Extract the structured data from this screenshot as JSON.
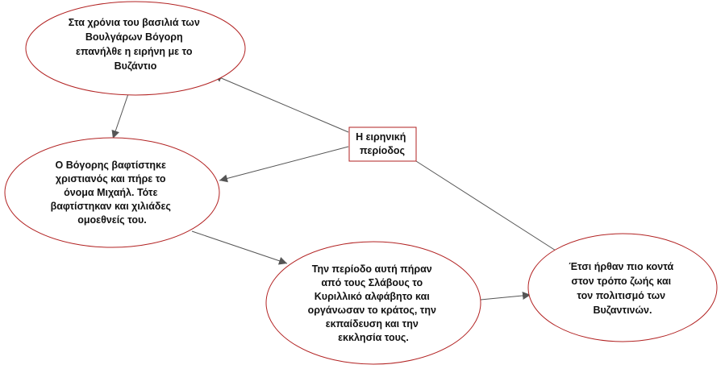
{
  "colors": {
    "node_border": "#b22222",
    "node_fill": "#ffffff",
    "edge": "#555555",
    "text": "#111111"
  },
  "nodes": {
    "center": {
      "shape": "rect",
      "lines": [
        "Η ειρηνική",
        "περίοδος"
      ]
    },
    "vogoris_peace": {
      "shape": "ellipse",
      "lines": [
        "Στα χρόνια του βασιλιά των",
        "Βουλγάρων Βόγορη",
        "επανήλθε η ειρήνη με το",
        "Βυζάντιο"
      ]
    },
    "baptism": {
      "shape": "ellipse",
      "lines": [
        "Ο Βόγορης βαφτίστηκε",
        "χριστιανός και πήρε το",
        "όνομα Μιχαήλ. Τότε",
        "βαφτίστηκαν και χιλιάδες",
        "ομοεθνείς του."
      ]
    },
    "alphabet": {
      "shape": "ellipse",
      "lines": [
        "Την περίοδο αυτή πήραν",
        "από τους Σλάβους το",
        "Κυριλλικό αλφάβητο και",
        "οργάνωσαν το κράτος, την",
        "εκπαίδευση και την",
        "εκκλησία τους."
      ]
    },
    "byzantine_life": {
      "shape": "ellipse",
      "lines": [
        "Έτσι ήρθαν πιο κοντά",
        "στον τρόπο ζωής και",
        "τον πολιτισμό των",
        "Βυζαντινών."
      ]
    }
  },
  "edges": [
    {
      "from": "center",
      "to": "vogoris_peace"
    },
    {
      "from": "center",
      "to": "baptism"
    },
    {
      "from": "center",
      "to": "byzantine_life"
    },
    {
      "from": "vogoris_peace",
      "to": "baptism"
    },
    {
      "from": "baptism",
      "to": "alphabet"
    },
    {
      "from": "alphabet",
      "to": "byzantine_life"
    }
  ]
}
